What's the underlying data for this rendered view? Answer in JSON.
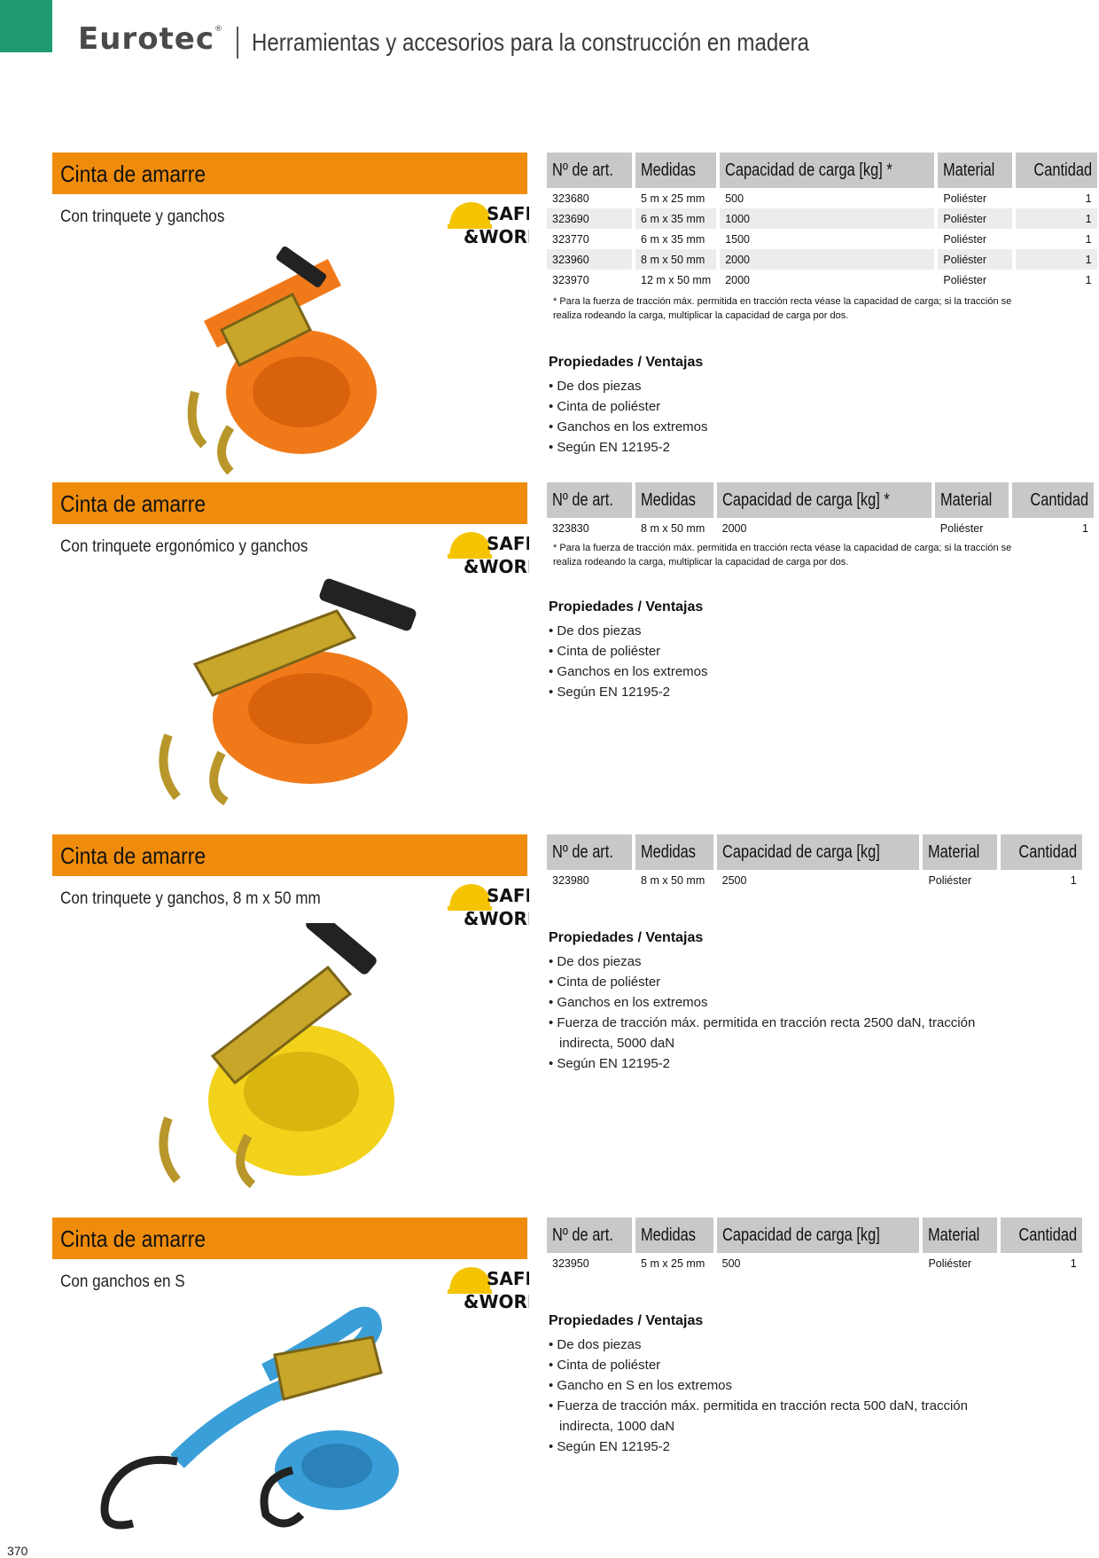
{
  "header": {
    "brand": "Eurotec",
    "brand_mark": "®",
    "title": "Herramientas y accesorios para la construcción en madera"
  },
  "badge": {
    "line1": "SAFE",
    "line2": "&WORK"
  },
  "table_headers_a": [
    "Nº de art.",
    "Medidas",
    "Capacidad de carga [kg] *",
    "Material",
    "Cantidad"
  ],
  "table_headers_b": [
    "Nº de art.",
    "Medidas",
    "Capacidad de carga [kg]",
    "Material",
    "Cantidad"
  ],
  "props_heading": "Propiedades / Ventajas",
  "note": "* Para la fuerza de tracción máx. permitida en tracción recta véase la capacidad de carga; si la tracción se realiza rodeando la carga, multiplicar la capacidad de carga por dos.",
  "sections": [
    {
      "title": "Cinta de amarre",
      "subtitle": "Con trinquete y ganchos",
      "rows": [
        [
          "323680",
          "5 m x 25 mm",
          "500",
          "Poliéster",
          "1"
        ],
        [
          "323690",
          "6 m x 35 mm",
          "1000",
          "Poliéster",
          "1"
        ],
        [
          "323770",
          "6 m x 35 mm",
          "1500",
          "Poliéster",
          "1"
        ],
        [
          "323960",
          "8 m x 50 mm",
          "2000",
          "Poliéster",
          "1"
        ],
        [
          "323970",
          "12 m x 50 mm",
          "2000",
          "Poliéster",
          "1"
        ]
      ],
      "props": [
        "De dos piezas",
        "Cinta de poliéster",
        "Ganchos en los extremos",
        "Según EN 12195-2"
      ],
      "strap_color": "#f07a1a"
    },
    {
      "title": "Cinta de amarre",
      "subtitle": "Con trinquete ergonómico y ganchos",
      "rows": [
        [
          "323830",
          "8 m x 50 mm",
          "2000",
          "Poliéster",
          "1"
        ]
      ],
      "props": [
        "De dos piezas",
        "Cinta de poliéster",
        "Ganchos en los extremos",
        "Según EN 12195-2"
      ],
      "strap_color": "#f07a1a"
    },
    {
      "title": "Cinta de amarre",
      "subtitle": "Con trinquete y ganchos, 8 m x 50 mm",
      "rows": [
        [
          "323980",
          "8 m x 50 mm",
          "2500",
          "Poliéster",
          "1"
        ]
      ],
      "props": [
        "De dos piezas",
        "Cinta de poliéster",
        "Ganchos en los extremos",
        "Fuerza de tracción máx. permitida en tracción recta 2500 daN, tracción indirecta, 5000 daN",
        "Según EN 12195-2"
      ],
      "strap_color": "#f2d21a"
    },
    {
      "title": "Cinta de amarre",
      "subtitle": "Con ganchos en S",
      "rows": [
        [
          "323950",
          "5 m x 25 mm",
          "500",
          "Poliéster",
          "1"
        ]
      ],
      "props": [
        "De dos piezas",
        "Cinta de poliéster",
        "Gancho en S en los extremos",
        "Fuerza de tracción máx. permitida en tracción recta 500 daN, tracción indirecta, 1000 daN",
        "Según EN 12195-2"
      ],
      "strap_color": "#3a9fd8"
    }
  ],
  "page_number": "370"
}
